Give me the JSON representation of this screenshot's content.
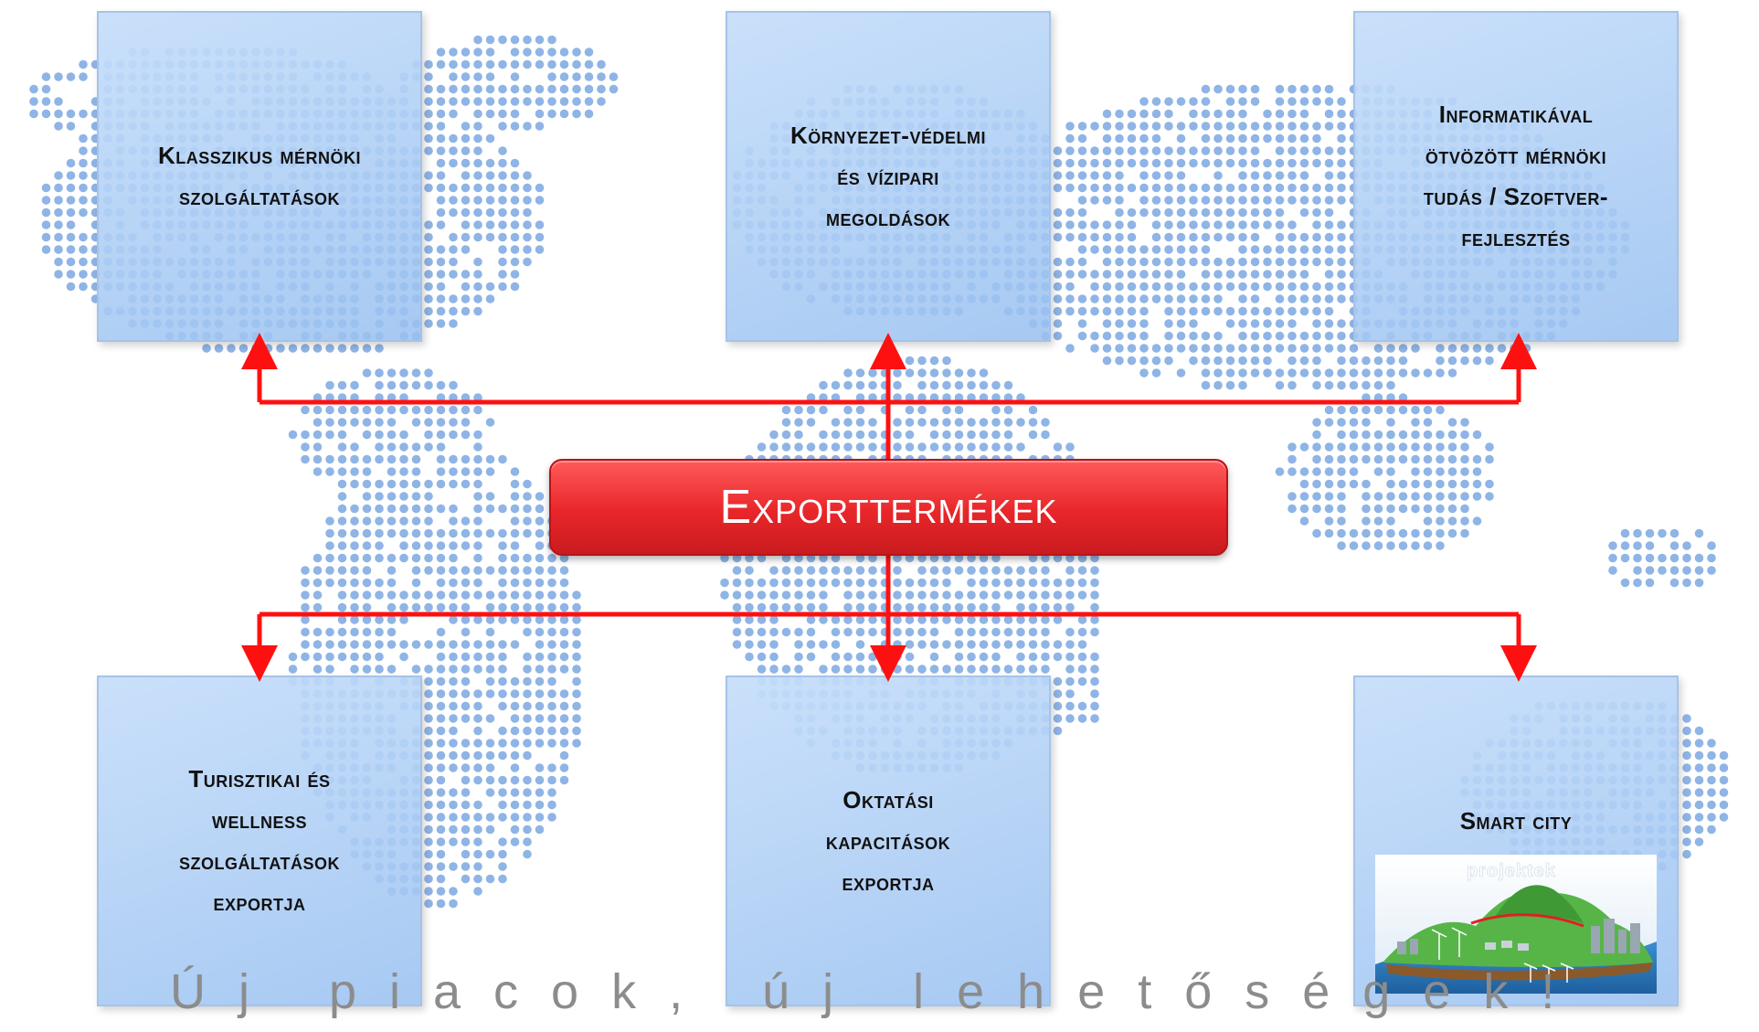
{
  "center": {
    "label": "Exporttermékek",
    "color": "#e8262a"
  },
  "boxes": [
    {
      "title": "Klasszikus mérnöki\nszolgáltatások"
    },
    {
      "title": "Környezet-védelmi\nés vízipari\nmegoldások"
    },
    {
      "title": "Informatikával\nötvözött mérnöki\ntudás / Szoftver-\nfejlesztés"
    },
    {
      "title": "Turisztikai és\nwellness\nszolgáltatások\nexportja"
    },
    {
      "title": "Oktatási\nkapacitások\nexportja"
    },
    {
      "title": "Smart city"
    }
  ],
  "smart_city_image": {
    "caption": "projektek"
  },
  "slogan": "Új piacok, új lehetőségek!",
  "colors": {
    "arrow": "#ff1010",
    "box_fill": "#aecdf3",
    "map_dots": "#8fb4e6",
    "slogan": "#8c8c8c"
  }
}
